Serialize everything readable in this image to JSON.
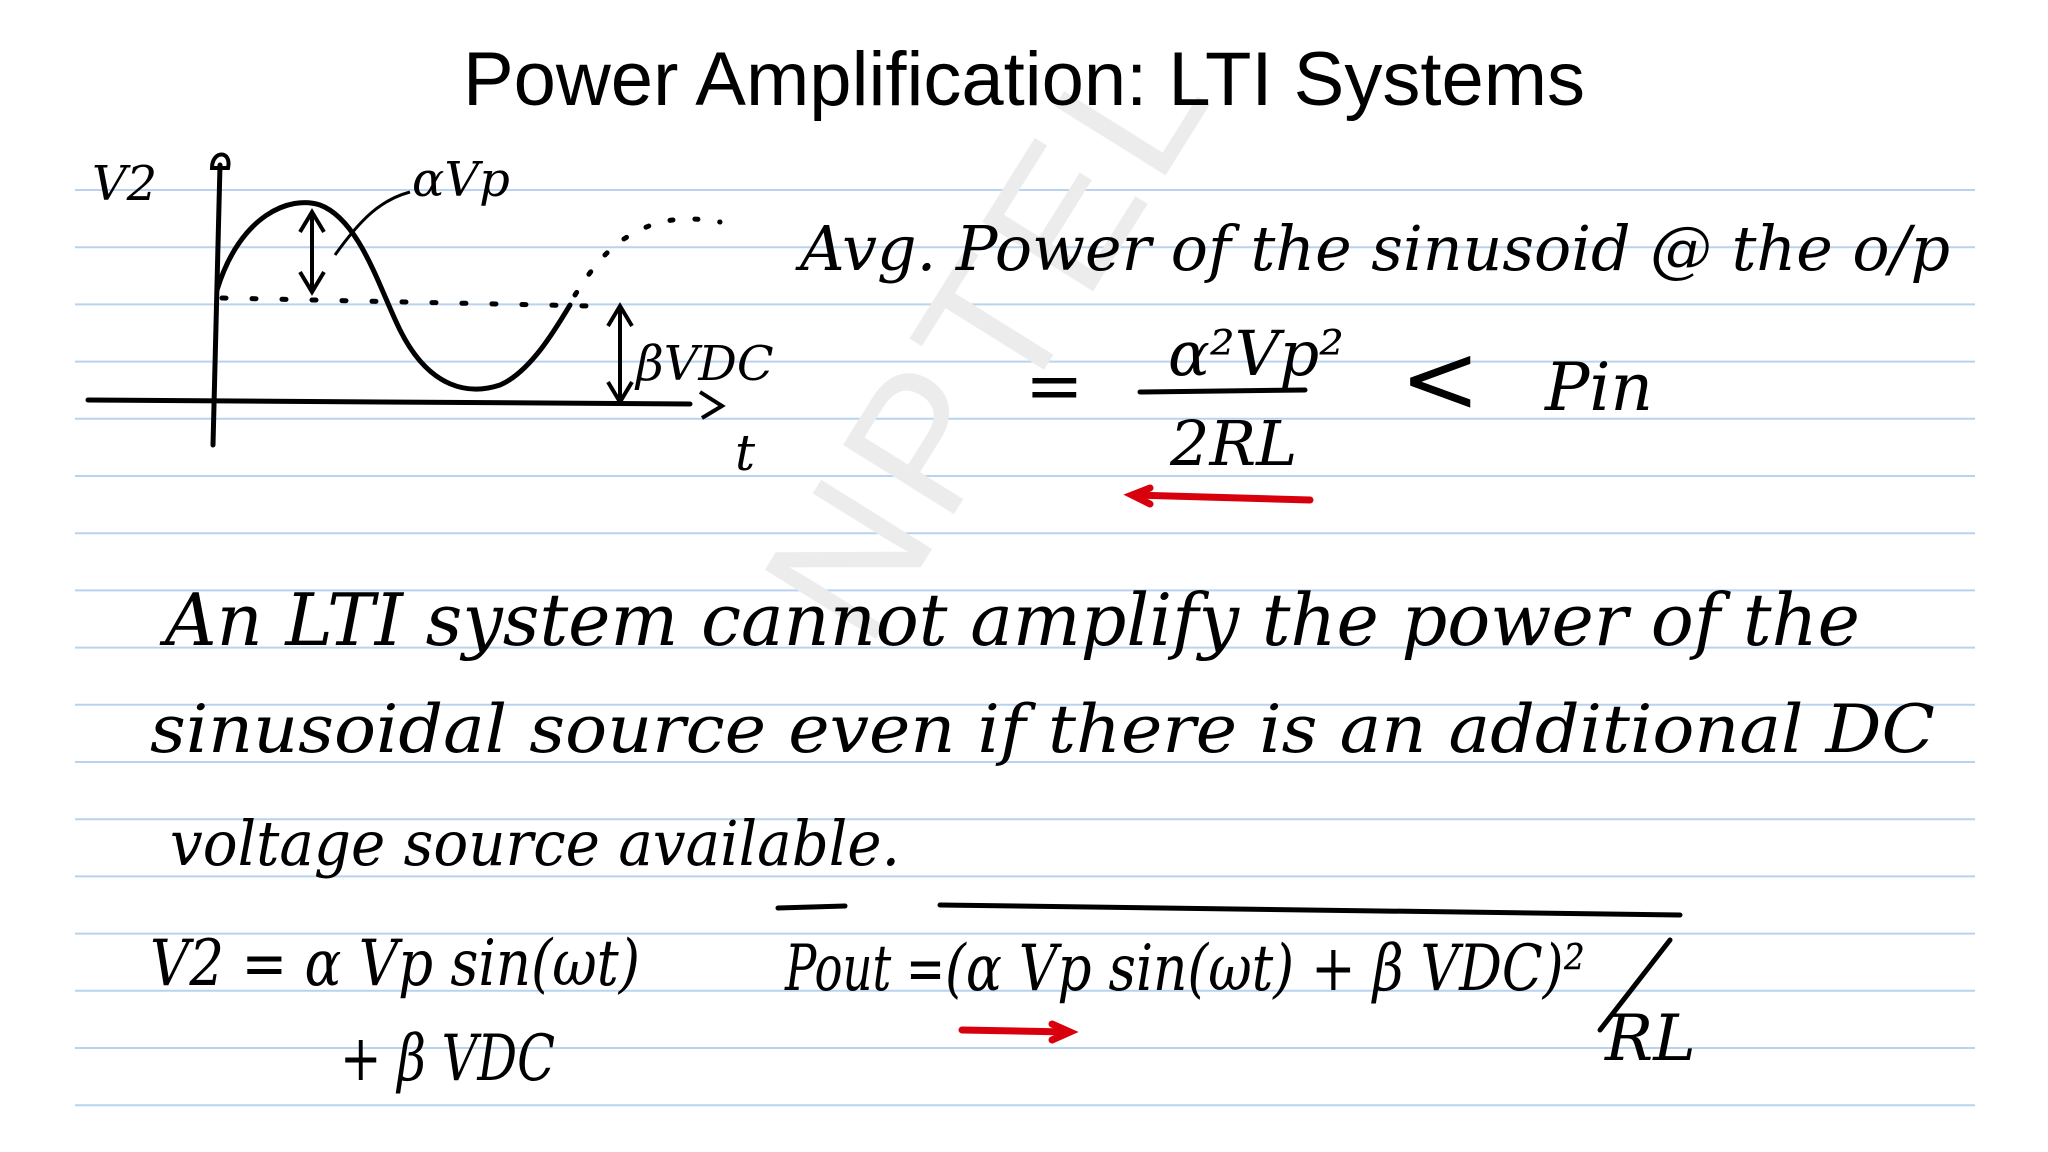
{
  "title": "Power Amplification: LTI Systems",
  "watermark": "NPTEL",
  "notes": {
    "graph": {
      "y_label": "V2",
      "x_label": "t",
      "amplitude_label": "αVp",
      "offset_label": "βVDC"
    },
    "avg_power_line": "Avg. Power of the sinusoid @ the o/p",
    "power_eq": {
      "equals": "=",
      "numerator": "α²Vp²",
      "denominator": "2RL",
      "less_than": "<",
      "rhs": "Pin"
    },
    "statement_line1": "An LTI system cannot amplify the power of the",
    "statement_line2": "sinusoidal source even if there is an additional DC",
    "statement_line3": "voltage source available.",
    "v2_eq_line1": "V2 = α Vp sin(ωt)",
    "v2_eq_line2": "+ β VDC",
    "pout_lhs": "Pout =",
    "pout_expr": "(α Vp sin(ωt) + β VDC)²",
    "pout_den": "RL"
  },
  "colors": {
    "ruled_line": "#b9d3ef",
    "ink": "#000000",
    "annotation": "#d9000d"
  }
}
